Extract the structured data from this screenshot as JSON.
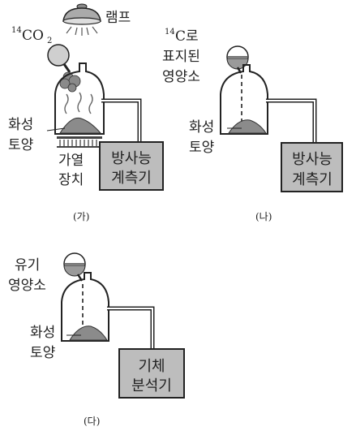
{
  "panel_a": {
    "co2_isotope": "14",
    "co2_formula": "CO",
    "co2_subscript": "2",
    "lamp": "램프",
    "soil": [
      "화성",
      "토양"
    ],
    "heater": [
      "가열",
      "장치"
    ],
    "detector": [
      "방사능",
      "계측기"
    ],
    "caption": "(가)"
  },
  "panel_b": {
    "nutrient_isotope": "14",
    "nutrient": [
      "C로",
      "표지된",
      "영양소"
    ],
    "soil": [
      "화성",
      "토양"
    ],
    "detector": [
      "방사능",
      "계측기"
    ],
    "caption": "(나)"
  },
  "panel_c": {
    "nutrient": [
      "유기",
      "영양소"
    ],
    "soil": [
      "화성",
      "토양"
    ],
    "analyzer": [
      "기체",
      "분석기"
    ],
    "caption": "(다)"
  }
}
